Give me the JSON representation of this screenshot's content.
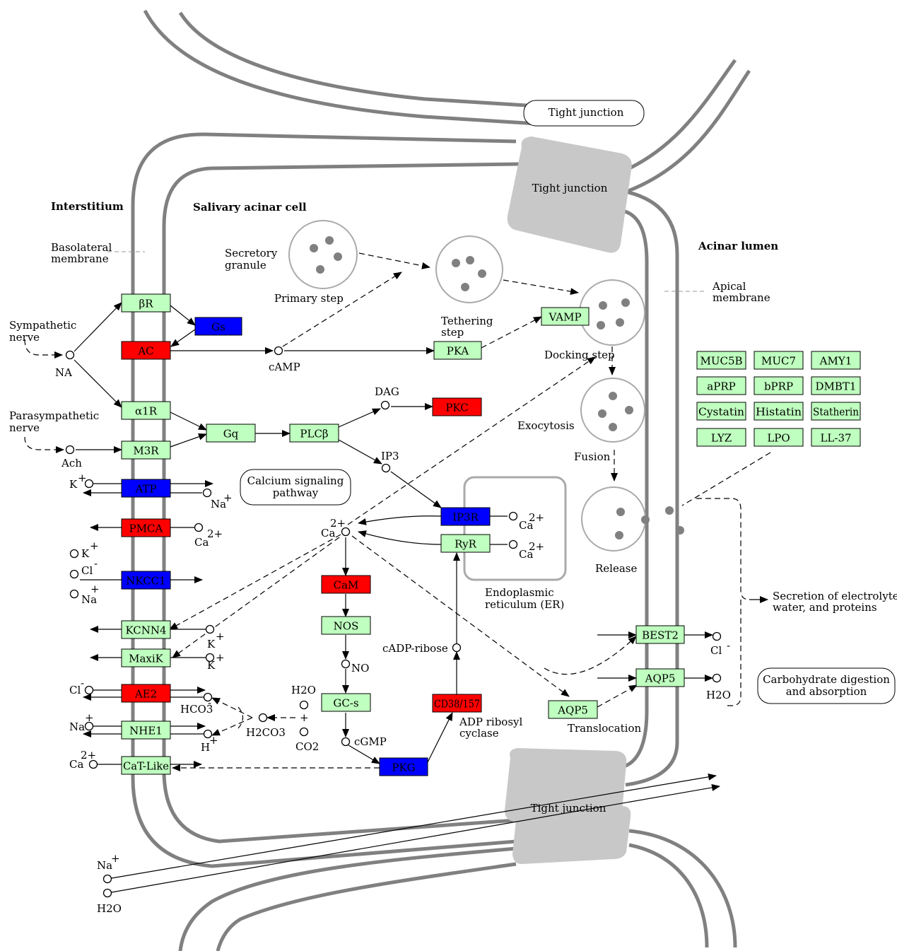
{
  "colors": {
    "green": "#bfffbf",
    "red": "#ff0000",
    "blue": "#0000ff",
    "membrane": "#808080",
    "tight_junction": "#c8c8c8"
  },
  "regions": {
    "interstitium": "Interstitium",
    "acinar_cell": "Salivary acinar cell",
    "acinar_lumen": "Acinar lumen",
    "basolateral": [
      "Basolateral",
      "membrane"
    ],
    "apical": [
      "Apical",
      "membrane"
    ]
  },
  "tight_junction": {
    "top_label": "Tight junction",
    "bottom_label": "Tight junction",
    "legend": "Tight junction"
  },
  "genes": {
    "bR": "βR",
    "Gs": "Gs",
    "AC": "AC",
    "PKA": "PKA",
    "VAMP": "VAMP",
    "a1R": "α1R",
    "M3R": "M3R",
    "Gq": "Gq",
    "PLCb": "PLCβ",
    "PKC": "PKC",
    "ATP": "ATP",
    "PMCA": "PMCA",
    "NKCC1": "NKCC1",
    "KCNN4": "KCNN4",
    "MaxiK": "MaxiK",
    "AE2": "AE2",
    "NHE1": "NHE1",
    "CaTLike": "CaT-Like",
    "IP3R": "IP3R",
    "RyR": "RyR",
    "CaM": "CaM",
    "NOS": "NOS",
    "GCs": "GC-s",
    "PKG": "PKG",
    "CD38": "CD38/157",
    "AQP5": "AQP5",
    "BEST2": "BEST2",
    "AQP5b": "AQP5",
    "MUC5B": "MUC5B",
    "MUC7": "MUC7",
    "AMY1": "AMY1",
    "aPRP": "aPRP",
    "bPRP": "bPRP",
    "DMBT1": "DMBT1",
    "Cystatin": "Cystatin",
    "Histatin": "Histatin",
    "Statherin": "Statherin",
    "LYZ": "LYZ",
    "LPO": "LPO",
    "LL37": "LL-37"
  },
  "labels": {
    "sympathetic": [
      "Sympathetic",
      "nerve"
    ],
    "parasympathetic": [
      "Parasympathetic",
      "nerve"
    ],
    "NA": "NA",
    "Ach": "Ach",
    "cAMP": "cAMP",
    "DAG": "DAG",
    "IP3": "IP3",
    "secretory_granule": [
      "Secretory",
      "granule"
    ],
    "primary_step": "Primary step",
    "tethering_step": [
      "Tethering",
      "step"
    ],
    "docking_step": "Docking step",
    "exocytosis": "Exocytosis",
    "fusion": "Fusion",
    "release": "Release",
    "calcium_pathway": [
      "Calcium signaling",
      "pathway"
    ],
    "er": [
      "Endoplasmic",
      "reticulum (ER)"
    ],
    "cadp_ribose": "cADP-ribose",
    "adp_cyclase": [
      "ADP ribosyl",
      "cyclase"
    ],
    "NO": "NO",
    "cGMP": "cGMP",
    "translocation": "Translocation",
    "secretion": [
      "Secretion of electrolytes,",
      "water, and proteins"
    ],
    "carbohydrate": [
      "Carbohydrate digestion",
      "and absorption"
    ],
    "K": "K",
    "Na": "Na",
    "Cl": "Cl",
    "Ca": "Ca",
    "H": "H",
    "HCO3": "HCO3",
    "H2CO3": "H2CO3",
    "H2O": "H2O",
    "CO2": "CO2",
    "plus": "+"
  }
}
